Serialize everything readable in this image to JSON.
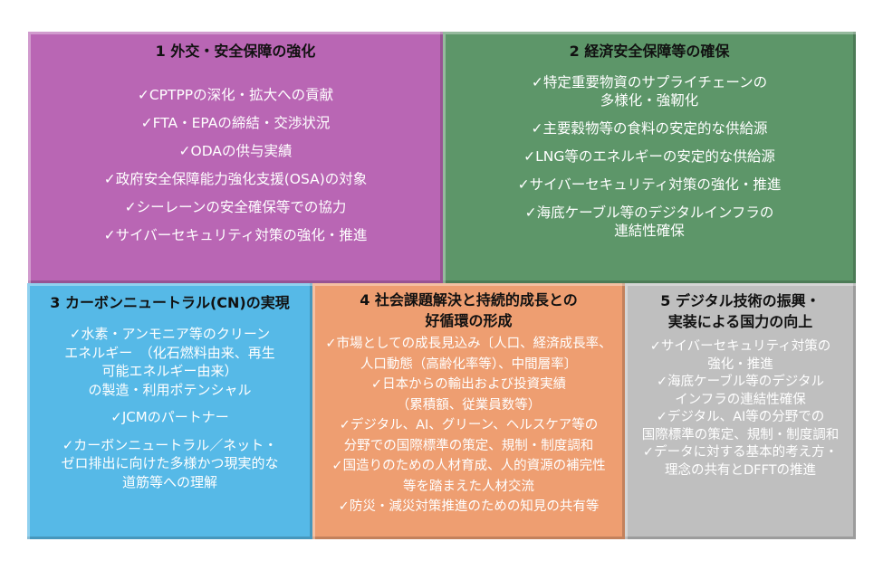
{
  "boxes": [
    {
      "title": "1 外交・安全保障の強化",
      "color": "#b966b4",
      "items": [
        "✓CPTPPの深化・拡大への貢献",
        "✓FTA・EPAの締結・交渉状況",
        "✓ODAの供与実績",
        "✓政府安全保障能力強化支援(OSA)の対象",
        "✓シーレーンの安全確保等での協力",
        "✓サイバーセキュリティ対策の強化・推進"
      ]
    },
    {
      "title": "2 経済安全保障等の確保",
      "color": "#5d9669",
      "items": [
        "✓特定重要物資のサプライチェーンの\n多様化・強靭化",
        "✓主要穀物等の食料の安定的な供給源",
        "✓LNG等のエネルギーの安定的な供給源",
        "✓サイバーセキュリティ対策の強化・推進",
        "✓海底ケーブル等のデジタルインフラの\n連結性確保"
      ]
    },
    {
      "title": "3 カーボンニュートラル(CN)の実現",
      "color": "#56b9e7",
      "items": [
        "✓水素・アンモニア等のクリーン\nエネルギー　（化石燃料由来、再生\n可能エネルギー由来）\nの製造・利用ポテンシャル",
        "✓JCMのパートナー",
        "✓カーボンニュートラル／ネット・\nゼロ排出に向けた多様かつ現実的な\n道筋等への理解"
      ]
    },
    {
      "title": "4 社会課題解決と持続的成長との\n好循環の形成",
      "color": "#ee9e71",
      "items": [
        "✓市場としての成長見込み〔人口、経済成長率、\n人口動態（高齢化率等）、中間層率〕",
        "✓日本からの輸出および投資実績\n（累積額、従業員数等）",
        "✓デジタル、AI、グリーン、ヘルスケア等の\n分野での国際標準の策定、規制・制度調和",
        "✓国造りのための人材育成、人的資源の補完性\n等を踏まえた人材交流",
        "✓防災・減災対策推進のための知見の共有等"
      ]
    },
    {
      "title": "5 デジタル技術の振興・\n実装による国力の向上",
      "color": "#bfbfbf",
      "items": [
        "✓サイバーセキュリティ対策の\n強化・推進",
        "✓海底ケーブル等のデジタル\nインフラの連結性確保",
        "✓デジタル、AI等の分野での\n国際標準の策定、規制・制度調和",
        "✓データに対する基本的考え方・\n理念の共有とDFFTの推進"
      ]
    }
  ]
}
